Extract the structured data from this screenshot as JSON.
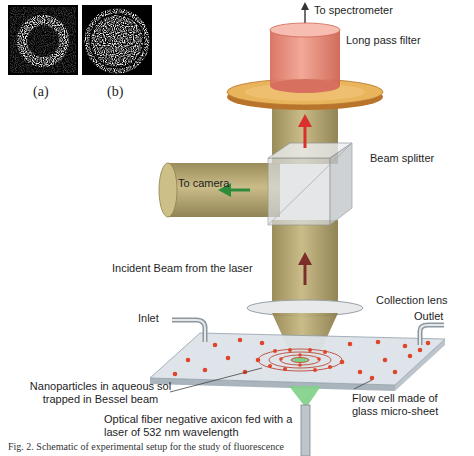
{
  "diagram": {
    "caption": "Fig. 2. Schematic of experimental setup for the study of fluorescence",
    "labels": [
      "To spectrometer",
      "Long pass filter",
      "Beam splitter",
      "To camera",
      "Incident Beam from the laser",
      "Collection lens",
      "Inlet",
      "Outlet",
      "Nanoparticles in aqueous sol trapped in Bessel beam",
      "Flow cell made of glass micro-sheet",
      "Optical fiber negative axicon fed with a laser of 532 nm wavelength",
      "(a)",
      "(b)"
    ]
  }
}
